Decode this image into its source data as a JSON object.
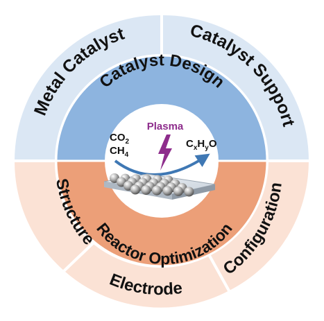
{
  "outer_ring": {
    "top_left": "Metal Catalyst",
    "top_right": "Catalyst Support",
    "left": "Structure",
    "bottom": "Electrode",
    "right": "Configuration"
  },
  "inner_ring": {
    "top": "Catalyst Design",
    "bottom": "Reactor Optimization"
  },
  "center": {
    "plasma": "Plasma",
    "reactant_1": "CO",
    "reactant_1_sub": "2",
    "reactant_2": "CH",
    "reactant_2_sub": "4",
    "product_c": "C",
    "product_x": "x",
    "product_h": "H",
    "product_y": "y",
    "product_o": "O"
  },
  "colors": {
    "outer_top": "#dbe7f4",
    "inner_top": "#8db4df",
    "outer_bottom": "#fbe2d5",
    "inner_bottom": "#ec9f78",
    "plasma": "#8e2d8c",
    "arrow": "#3f78b4",
    "text": "#111111"
  }
}
